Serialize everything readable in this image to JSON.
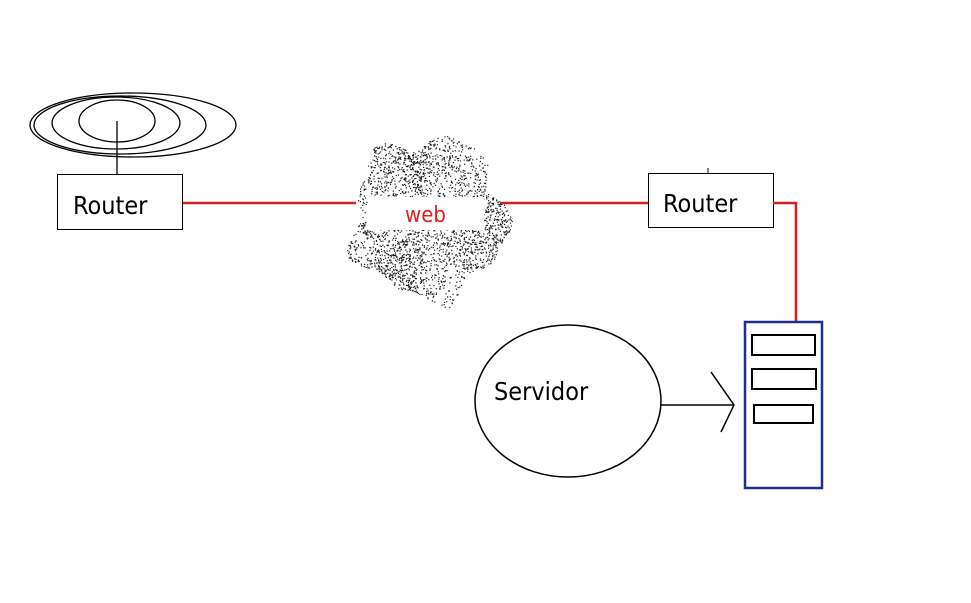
{
  "diagram": {
    "router_left_label": "Router",
    "router_right_label": "Router",
    "cloud_label": "web",
    "server_label": "Servidor"
  },
  "colors": {
    "link": "#d42020",
    "cloud_label": "#e02020",
    "server_frame": "#1f2f8f",
    "stroke": "#000000",
    "cloud_speckle": "#1a1a1a"
  },
  "icons": {
    "wireless": "wireless-signal-icon",
    "cloud": "web-cloud-icon",
    "server": "server-tower-icon",
    "arrow": "arrow-right-icon"
  }
}
